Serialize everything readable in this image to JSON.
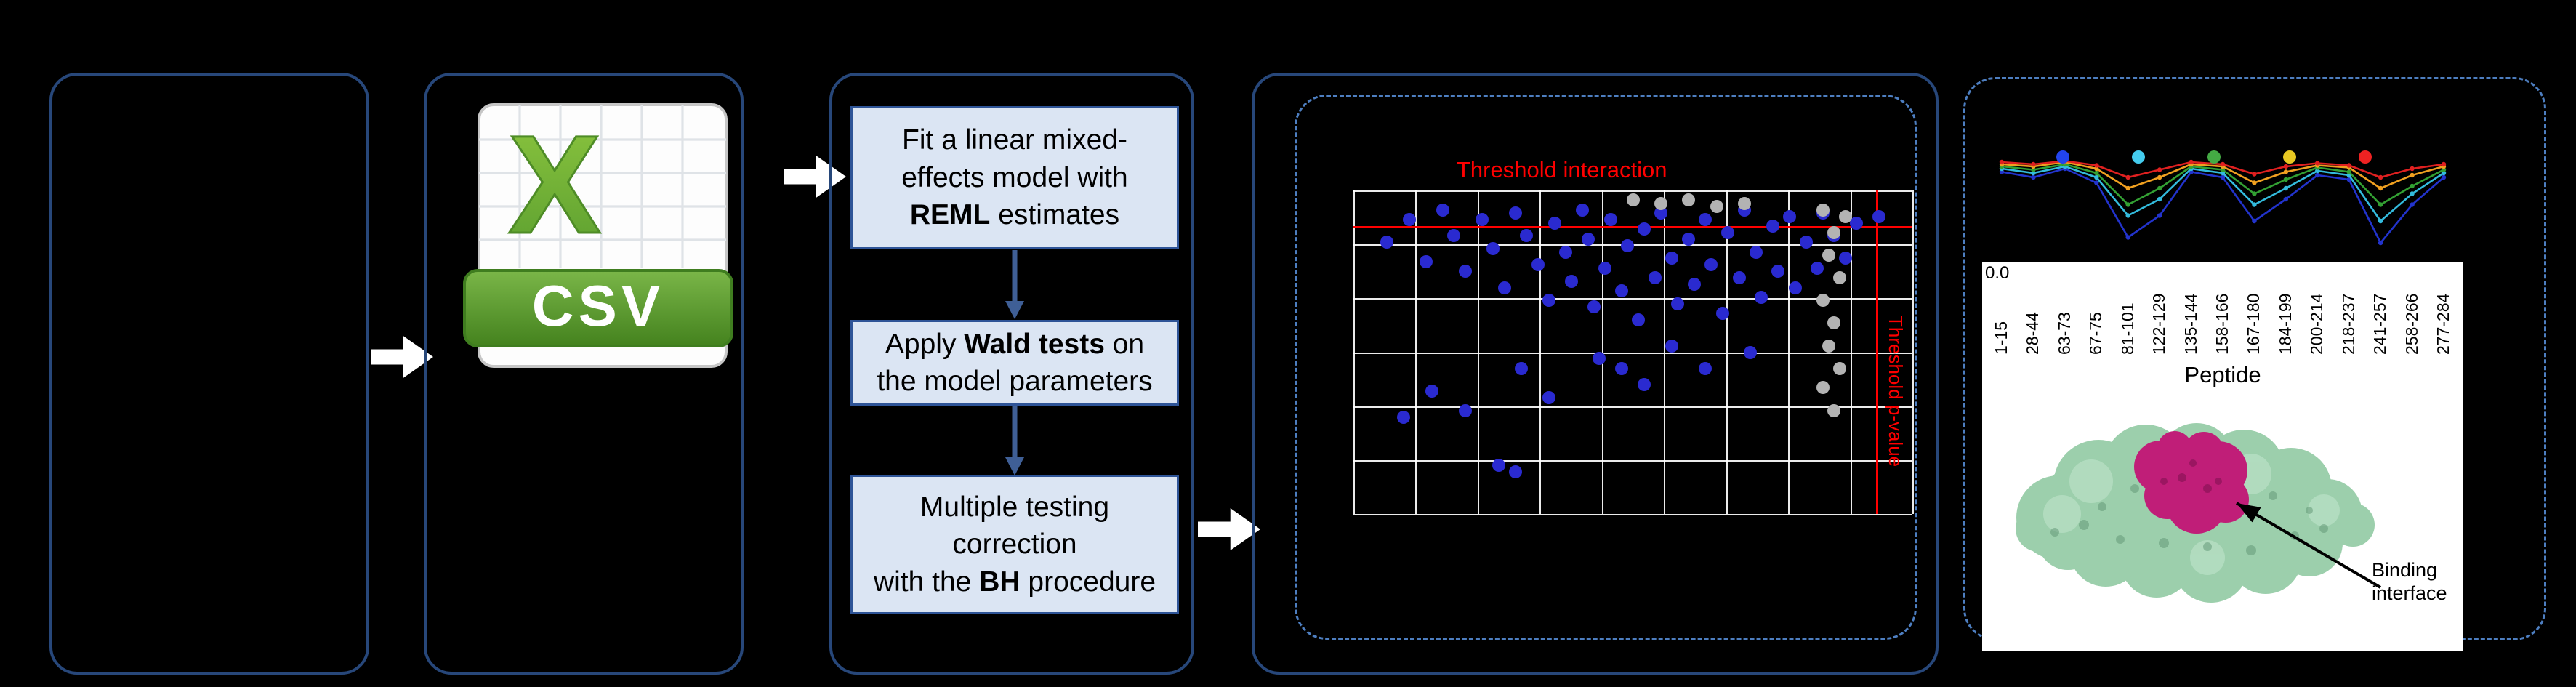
{
  "panels": {
    "csv": {
      "x": "X",
      "banner": "CSV"
    },
    "flow": {
      "step1": {
        "l1": "Fit a linear mixed-",
        "l2": "effects model with",
        "l3a": "REML",
        "l3b": " estimates"
      },
      "step2": {
        "l1a": "Apply ",
        "l1b": "Wald tests",
        "l1c": " on",
        "l2": "the model parameters"
      },
      "step3": {
        "l1": "Multiple testing",
        "l2": "correction",
        "l3a": "with the ",
        "l3b": "BH",
        "l3c": " procedure"
      }
    },
    "volcano": {
      "h_label": "Threshold interaction",
      "v_label": "Threshold p-value"
    },
    "results": {
      "ytick": "0.0",
      "xlabel": "Peptide",
      "binding_l1": "Binding",
      "binding_l2": "interface"
    }
  },
  "colors": {
    "panel_border": "#27477a",
    "dashed_border": "#4d7ec0",
    "box_fill": "#dbe5f3",
    "box_border": "#2e5497",
    "threshold_red": "#ff0000",
    "csv_green": "#5a9e2f"
  },
  "chart_data": [
    {
      "type": "scatter",
      "title": "",
      "annotations": {
        "h_threshold_label": "Threshold interaction",
        "v_threshold_label": "Threshold p-value"
      },
      "grid": {
        "cols": 9,
        "rows": 6,
        "color": "#ffffff"
      },
      "thresholds": {
        "h_y_pct": 11,
        "v_x_pct": 93.5
      },
      "series": [
        {
          "name": "blue-points",
          "color": "#2a2ad0",
          "points": [
            [
              6,
              16
            ],
            [
              10,
              9
            ],
            [
              13,
              22
            ],
            [
              16,
              6
            ],
            [
              18,
              14
            ],
            [
              20,
              25
            ],
            [
              23,
              9
            ],
            [
              25,
              18
            ],
            [
              27,
              30
            ],
            [
              29,
              7
            ],
            [
              31,
              14
            ],
            [
              33,
              23
            ],
            [
              35,
              34
            ],
            [
              36,
              10
            ],
            [
              38,
              19
            ],
            [
              39,
              28
            ],
            [
              41,
              6
            ],
            [
              42,
              15
            ],
            [
              43,
              36
            ],
            [
              45,
              24
            ],
            [
              46,
              9
            ],
            [
              48,
              31
            ],
            [
              49,
              17
            ],
            [
              51,
              40
            ],
            [
              52,
              12
            ],
            [
              54,
              27
            ],
            [
              55,
              7
            ],
            [
              57,
              21
            ],
            [
              58,
              35
            ],
            [
              60,
              15
            ],
            [
              61,
              29
            ],
            [
              63,
              9
            ],
            [
              64,
              23
            ],
            [
              66,
              38
            ],
            [
              67,
              13
            ],
            [
              69,
              27
            ],
            [
              70,
              6
            ],
            [
              72,
              19
            ],
            [
              73,
              33
            ],
            [
              75,
              11
            ],
            [
              76,
              25
            ],
            [
              78,
              8
            ],
            [
              79,
              30
            ],
            [
              81,
              16
            ],
            [
              83,
              24
            ],
            [
              84,
              7
            ],
            [
              86,
              14
            ],
            [
              88,
              21
            ],
            [
              90,
              10
            ],
            [
              30,
              55
            ],
            [
              14,
              62
            ],
            [
              9,
              70
            ],
            [
              20,
              68
            ],
            [
              26,
              85
            ],
            [
              29,
              87
            ],
            [
              48,
              55
            ],
            [
              52,
              60
            ],
            [
              44,
              52
            ],
            [
              63,
              55
            ],
            [
              71,
              50
            ],
            [
              35,
              64
            ],
            [
              57,
              48
            ],
            [
              94,
              8
            ]
          ]
        },
        {
          "name": "gray-points",
          "color": "#b3b3b3",
          "points": [
            [
              84,
              6
            ],
            [
              86,
              13
            ],
            [
              85,
              20
            ],
            [
              87,
              27
            ],
            [
              84,
              34
            ],
            [
              86,
              41
            ],
            [
              85,
              48
            ],
            [
              87,
              55
            ],
            [
              84,
              61
            ],
            [
              86,
              68
            ],
            [
              55,
              4
            ],
            [
              60,
              3
            ],
            [
              65,
              5
            ],
            [
              70,
              4
            ],
            [
              50,
              3
            ],
            [
              88,
              8
            ]
          ]
        }
      ]
    },
    {
      "type": "line",
      "categories": [
        "1-15",
        "28-44",
        "63-73",
        "67-75",
        "81-101",
        "122-129",
        "135-144",
        "158-166",
        "167-180",
        "184-199",
        "200-214",
        "218-237",
        "241-257",
        "258-266",
        "277-284"
      ],
      "xlabel": "Peptide",
      "ytick": "0.0",
      "legend_dots": [
        "#2244ee",
        "#44ccee",
        "#44aa44",
        "#e8c822",
        "#ee2222"
      ],
      "series": [
        {
          "name": "series-blue",
          "color": "#2233cc",
          "values": [
            0.85,
            0.8,
            0.88,
            0.75,
            0.25,
            0.45,
            0.85,
            0.8,
            0.4,
            0.6,
            0.82,
            0.78,
            0.2,
            0.55,
            0.8
          ]
        },
        {
          "name": "series-cyan",
          "color": "#33bbdd",
          "values": [
            0.88,
            0.84,
            0.9,
            0.8,
            0.45,
            0.6,
            0.88,
            0.84,
            0.55,
            0.7,
            0.86,
            0.82,
            0.4,
            0.65,
            0.84
          ]
        },
        {
          "name": "series-green",
          "color": "#33a033",
          "values": [
            0.9,
            0.87,
            0.92,
            0.84,
            0.55,
            0.7,
            0.9,
            0.87,
            0.65,
            0.78,
            0.89,
            0.85,
            0.55,
            0.72,
            0.87
          ]
        },
        {
          "name": "series-orange",
          "color": "#f0a020",
          "values": [
            0.92,
            0.9,
            0.94,
            0.88,
            0.7,
            0.8,
            0.92,
            0.9,
            0.75,
            0.85,
            0.91,
            0.89,
            0.7,
            0.82,
            0.9
          ]
        },
        {
          "name": "series-red",
          "color": "#e02020",
          "values": [
            0.94,
            0.92,
            0.95,
            0.91,
            0.8,
            0.87,
            0.94,
            0.92,
            0.83,
            0.9,
            0.93,
            0.91,
            0.8,
            0.88,
            0.92
          ]
        }
      ]
    }
  ]
}
